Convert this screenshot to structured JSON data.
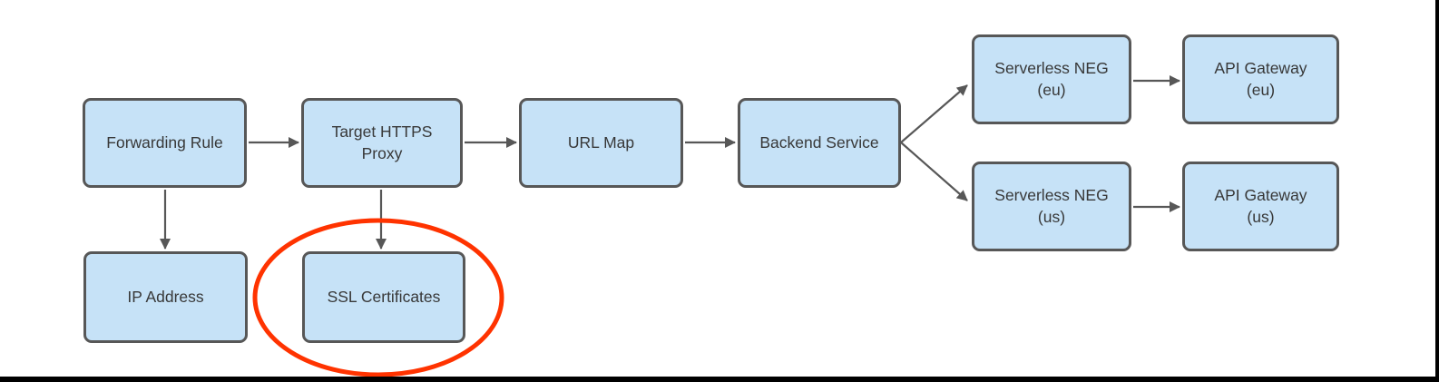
{
  "diagram": {
    "type": "flowchart",
    "nodes": [
      {
        "id": "forwarding-rule",
        "label": "Forwarding Rule"
      },
      {
        "id": "target-https-proxy",
        "label": "Target HTTPS\nProxy"
      },
      {
        "id": "url-map",
        "label": "URL Map"
      },
      {
        "id": "backend-service",
        "label": "Backend Service"
      },
      {
        "id": "serverless-neg-eu",
        "label": "Serverless NEG\n(eu)"
      },
      {
        "id": "api-gateway-eu",
        "label": "API Gateway\n(eu)"
      },
      {
        "id": "serverless-neg-us",
        "label": "Serverless NEG\n(us)"
      },
      {
        "id": "api-gateway-us",
        "label": "API Gateway\n(us)"
      },
      {
        "id": "ip-address",
        "label": "IP Address"
      },
      {
        "id": "ssl-certificates",
        "label": "SSL Certificates"
      }
    ],
    "edges": [
      {
        "from": "forwarding-rule",
        "to": "target-https-proxy"
      },
      {
        "from": "target-https-proxy",
        "to": "url-map"
      },
      {
        "from": "url-map",
        "to": "backend-service"
      },
      {
        "from": "backend-service",
        "to": "serverless-neg-eu"
      },
      {
        "from": "backend-service",
        "to": "serverless-neg-us"
      },
      {
        "from": "serverless-neg-eu",
        "to": "api-gateway-eu"
      },
      {
        "from": "serverless-neg-us",
        "to": "api-gateway-us"
      },
      {
        "from": "forwarding-rule",
        "to": "ip-address"
      },
      {
        "from": "target-https-proxy",
        "to": "ssl-certificates"
      }
    ],
    "annotation": {
      "shape": "ellipse",
      "around": "ssl-certificates",
      "color": "#ff3300"
    }
  },
  "theme": {
    "node-fill": "#c6e2f7",
    "node-border": "#575757",
    "arrow": "#575757",
    "highlight": "#ff3300",
    "text": "#383838",
    "frame": "#000000"
  }
}
